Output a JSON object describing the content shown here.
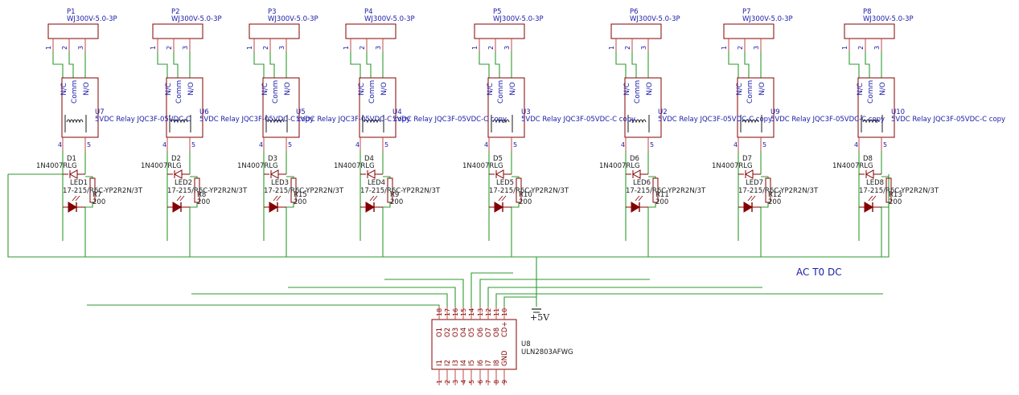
{
  "colors": {
    "wire": "#2e9a2e",
    "body": "#840000",
    "pin": "#c24a4a",
    "text_blue": "#1a1aa8",
    "text_dark": "#1a1a1a",
    "background": "#ffffff"
  },
  "relay_pins": {
    "nc": "N/C",
    "comm": "Comm",
    "no": "N/O",
    "p1": "1",
    "p2": "2",
    "p3": "3",
    "p4": "4",
    "p5": "5"
  },
  "channels": [
    {
      "conn_ref": "P1",
      "conn_part": "WJ300V-5.0-3P",
      "relay_ref": "U7",
      "relay_part": "5VDC Relay JQC3F-05VDC-C",
      "diode_ref": "D1",
      "diode_part": "1N4007RLG",
      "led_ref": "LED1",
      "led_part": "17-215/R6C-YP2R2N/3T",
      "res_ref": "R7",
      "res_val": "200",
      "uln_pin": "18"
    },
    {
      "conn_ref": "P2",
      "conn_part": "WJ300V-5.0-3P",
      "relay_ref": "U6",
      "relay_part": "5VDC Relay JQC3F-05VDC-C copy",
      "diode_ref": "D2",
      "diode_part": "1N4007RLG",
      "led_ref": "LED2",
      "led_part": "17-215/R6C-YP2R2N/3T",
      "res_ref": "R8",
      "res_val": "200",
      "uln_pin": "17"
    },
    {
      "conn_ref": "P3",
      "conn_part": "WJ300V-5.0-3P",
      "relay_ref": "U5",
      "relay_part": "5VDC Relay JQC3F-05VDC-C copy",
      "diode_ref": "D3",
      "diode_part": "1N4007RLG",
      "led_ref": "LED3",
      "led_part": "17-215/R6C-YP2R2N/3T",
      "res_ref": "R15",
      "res_val": "200",
      "uln_pin": "16"
    },
    {
      "conn_ref": "P4",
      "conn_part": "WJ300V-5.0-3P",
      "relay_ref": "U4",
      "relay_part": "5VDC Relay JQC3F-05VDC-C copy",
      "diode_ref": "D4",
      "diode_part": "1N4007RLG",
      "led_ref": "LED4",
      "led_part": "17-215/R6C-YP2R2N/3T",
      "res_ref": "R9",
      "res_val": "200",
      "uln_pin": "15"
    },
    {
      "conn_ref": "P5",
      "conn_part": "WJ300V-5.0-3P",
      "relay_ref": "U3",
      "relay_part": "5VDC Relay JQC3F-05VDC-C copy",
      "diode_ref": "D5",
      "diode_part": "1N4007RLG",
      "led_ref": "LED5",
      "led_part": "17-215/R6C-YP2R2N/3T",
      "res_ref": "R10",
      "res_val": "200",
      "uln_pin": "14"
    },
    {
      "conn_ref": "P6",
      "conn_part": "WJ300V-5.0-3P",
      "relay_ref": "U2",
      "relay_part": "5VDC Relay JQC3F-05VDC-C copy",
      "diode_ref": "D6",
      "diode_part": "1N4007RLG",
      "led_ref": "LED6",
      "led_part": "17-215/R6C-YP2R2N/3T",
      "res_ref": "R11",
      "res_val": "200",
      "uln_pin": "13"
    },
    {
      "conn_ref": "P7",
      "conn_part": "WJ300V-5.0-3P",
      "relay_ref": "U9",
      "relay_part": "5VDC Relay JQC3F-05VDC-C copy",
      "diode_ref": "D7",
      "diode_part": "1N4007RLG",
      "led_ref": "LED7",
      "led_part": "17-215/R6C-YP2R2N/3T",
      "res_ref": "R12",
      "res_val": "200",
      "uln_pin": "12"
    },
    {
      "conn_ref": "P8",
      "conn_part": "WJ300V-5.0-3P",
      "relay_ref": "U10",
      "relay_part": "5VDC Relay JQC3F-05VDC-C copy",
      "diode_ref": "D8",
      "diode_part": "1N4007RLG",
      "led_ref": "LED8",
      "led_part": "17-215/R6C-YP2R2N/3T",
      "res_ref": "R13",
      "res_val": "200",
      "uln_pin": "11"
    }
  ],
  "uln": {
    "ref": "U8",
    "part": "ULN2803AFWG",
    "top_pins": [
      "18",
      "17",
      "16",
      "15",
      "14",
      "13",
      "12",
      "11",
      "10"
    ],
    "top_names": [
      "O1",
      "O2",
      "O3",
      "O4",
      "O5",
      "O6",
      "O7",
      "O8",
      "CD+"
    ],
    "bottom_pins": [
      "1",
      "2",
      "3",
      "4",
      "5",
      "6",
      "7",
      "8",
      "9"
    ],
    "bottom_names": [
      "I1",
      "I2",
      "I3",
      "I4",
      "I5",
      "I6",
      "I7",
      "I8",
      "GND"
    ]
  },
  "power_label": "+5V",
  "ac_label": "AC T0 DC"
}
